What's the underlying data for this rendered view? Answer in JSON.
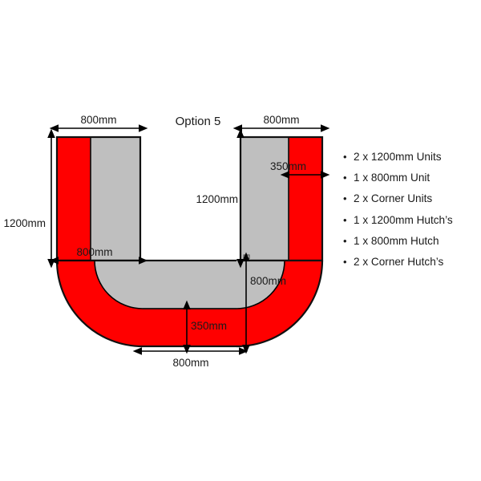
{
  "diagram": {
    "title": "Option 5",
    "colors": {
      "unit_red": "#FF0000",
      "hutch_gray": "#BFBFBF",
      "outline": "#111111",
      "background": "#FFFFFF"
    },
    "dimensions": {
      "left_top_width": "800mm",
      "left_height": "1200mm",
      "left_inner_width": "800mm",
      "right_top_width": "800mm",
      "right_height": "1200mm",
      "right_strip_width": "350mm",
      "bottom_depth": "800mm",
      "bottom_strip_depth": "350mm",
      "bottom_width": "800mm"
    }
  },
  "parts_list": {
    "bullet_glyph": "•",
    "items": [
      {
        "label": "2 x 1200mm Units"
      },
      {
        "label": "1 x 800mm Unit"
      },
      {
        "label": "2 x Corner Units"
      },
      {
        "label": "1 x 1200mm Hutch’s"
      },
      {
        "label": "1 x 800mm Hutch"
      },
      {
        "label": "2 x Corner Hutch’s"
      }
    ]
  }
}
